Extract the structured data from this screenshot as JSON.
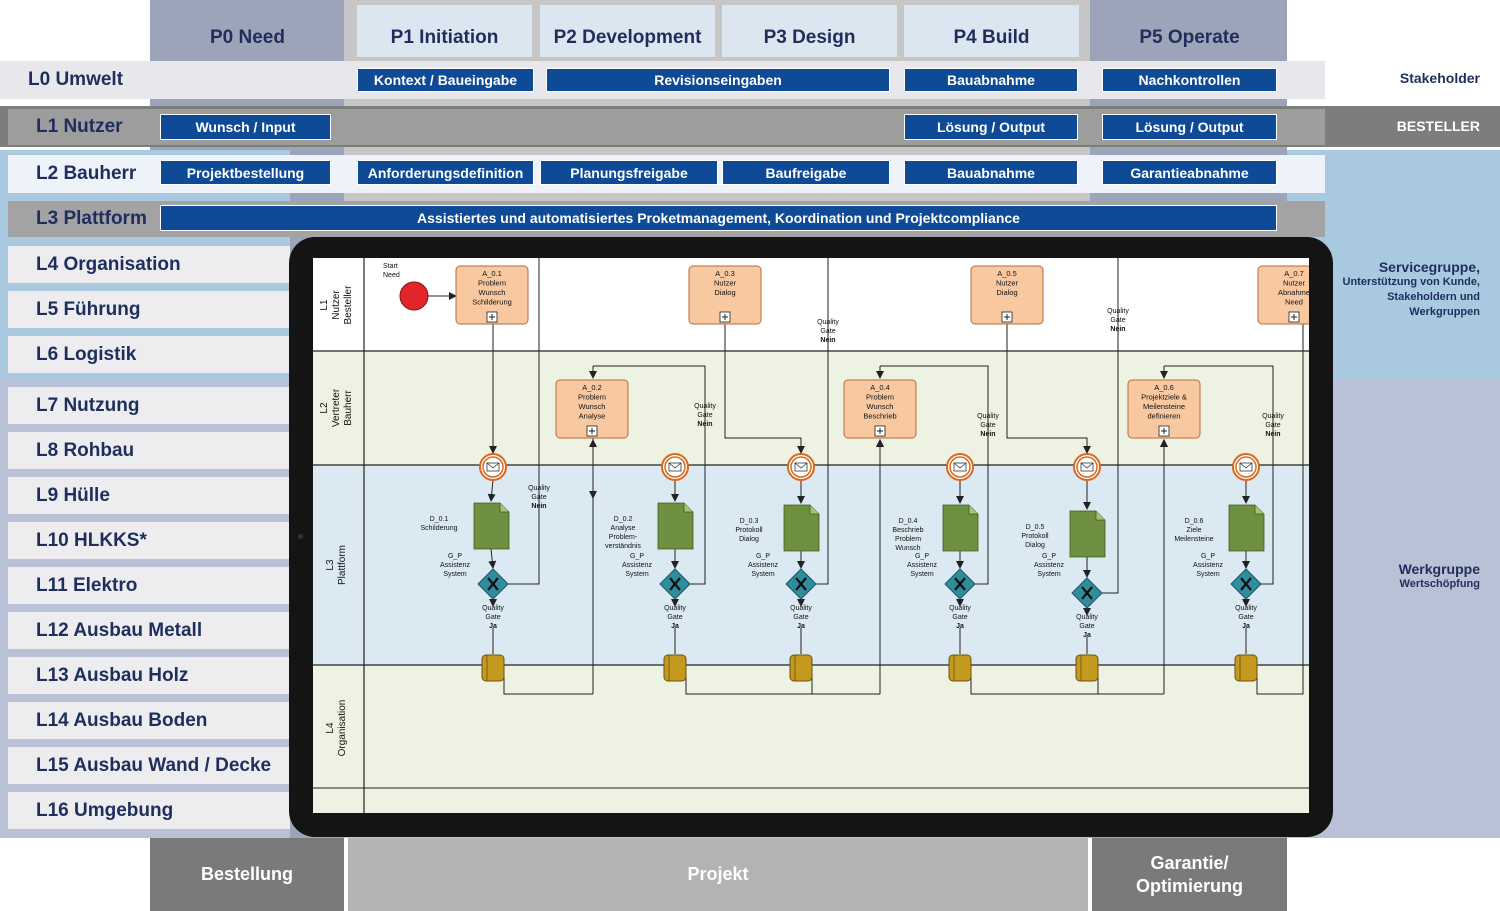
{
  "phases": [
    "P0 Need",
    "P1 Initiation",
    "P2 Development",
    "P3 Design",
    "P4 Build",
    "P5 Operate"
  ],
  "layers": [
    "L0 Umwelt",
    "L1 Nutzer",
    "L2 Bauherr",
    "L3 Plattform",
    "L4 Organisation",
    "L5 Führung",
    "L6 Logistik",
    "L7 Nutzung",
    "L8 Rohbau",
    "L9 Hülle",
    "L10 HLKKS*",
    "L11 Elektro",
    "L12 Ausbau Metall",
    "L13 Ausbau Holz",
    "L14 Ausbau Boden",
    "L15 Ausbau Wand / Decke",
    "L16 Umgebung"
  ],
  "bars": {
    "l0_p1": "Kontext / Baueingabe",
    "l0_p2p3": "Revisionseingaben",
    "l0_p4": "Bauabnahme",
    "l0_p5": "Nachkontrollen",
    "l1_p0": "Wunsch / Input",
    "l1_p4": "Lösung / Output",
    "l1_p5": "Lösung / Output",
    "l2_p0": "Projektbestellung",
    "l2_p1": "Anforderungsdefinition",
    "l2_p2": "Planungsfreigabe",
    "l2_p3": "Baufreigabe",
    "l2_p4": "Bauabnahme",
    "l2_p5": "Garantieabnahme",
    "l3_all": "Assistiertes und automatisiertes Proketmanagement, Koordination und Projektcompliance"
  },
  "side": {
    "stakeholder": "Stakeholder",
    "besteller": "BESTELLER",
    "service_title": "Servicegruppe,",
    "service_sub": [
      "Unterstützung von Kunde,",
      "Stakeholdern und",
      "Werkgruppen"
    ],
    "werk_title": "Werkgruppe",
    "werk_sub": "Wertschöpfung"
  },
  "bottom": {
    "bestellung": "Bestellung",
    "projekt": "Projekt",
    "garantie_1": "Garantie/",
    "garantie_2": "Optimierung"
  },
  "diagram": {
    "lanes": {
      "l1": [
        "L1",
        "Nutzer",
        "Besteller"
      ],
      "l2": [
        "L2",
        "Vertreter",
        "Bauherr"
      ],
      "l3": [
        "L3",
        "Plattform"
      ],
      "l4": [
        "L4",
        "Organisation"
      ]
    },
    "start": [
      "Start",
      "Need"
    ],
    "activities": {
      "a01": [
        "A_0.1",
        "Problem",
        "Wunsch",
        "Schilderung"
      ],
      "a02": [
        "A_0.2",
        "Problem",
        "Wunsch",
        "Analyse"
      ],
      "a03": [
        "A_0.3",
        "Nutzer",
        "Dialog"
      ],
      "a04": [
        "A_0.4",
        "Problem",
        "Wunsch",
        "Beschrieb"
      ],
      "a05": [
        "A_0.5",
        "Nutzer",
        "Dialog"
      ],
      "a06": [
        "A_0.6",
        "Projektziele &",
        "Meilensteine",
        "definieren"
      ],
      "a07": [
        "A_0.7",
        "Nutzer",
        "Abnahme",
        "Need"
      ]
    },
    "documents": {
      "d1": [
        "D_0.1",
        "Schilderung"
      ],
      "d2": [
        "D_0.2",
        "Analyse",
        "Problem-",
        "verständnis"
      ],
      "d3": [
        "D_0.3",
        "Protokoll",
        "Dialog"
      ],
      "d4": [
        "D_0.4",
        "Beschrieb",
        "Problem",
        "Wunsch"
      ],
      "d5": [
        "D_0.5",
        "Protokoll",
        "Dialog"
      ],
      "d6": [
        "D_0.6",
        "Ziele",
        "Meilensteine"
      ]
    },
    "assist": [
      "G_P",
      "Assistenz",
      "System"
    ],
    "gate_yes": [
      "Quality",
      "Gate",
      "Ja"
    ],
    "gate_no": [
      "Quality",
      "Gate",
      "Nein"
    ]
  },
  "colors": {
    "navy": "#0e4a95",
    "header_blue": "#dce6f1",
    "header_gray": "#9ba4b8",
    "gray_bar": "#9d9d9d",
    "activity": "#f8c8a0",
    "document": "#6f9040",
    "gateway": "#2f8d9d",
    "datastore": "#c49a1e",
    "start": "#e2252b"
  }
}
